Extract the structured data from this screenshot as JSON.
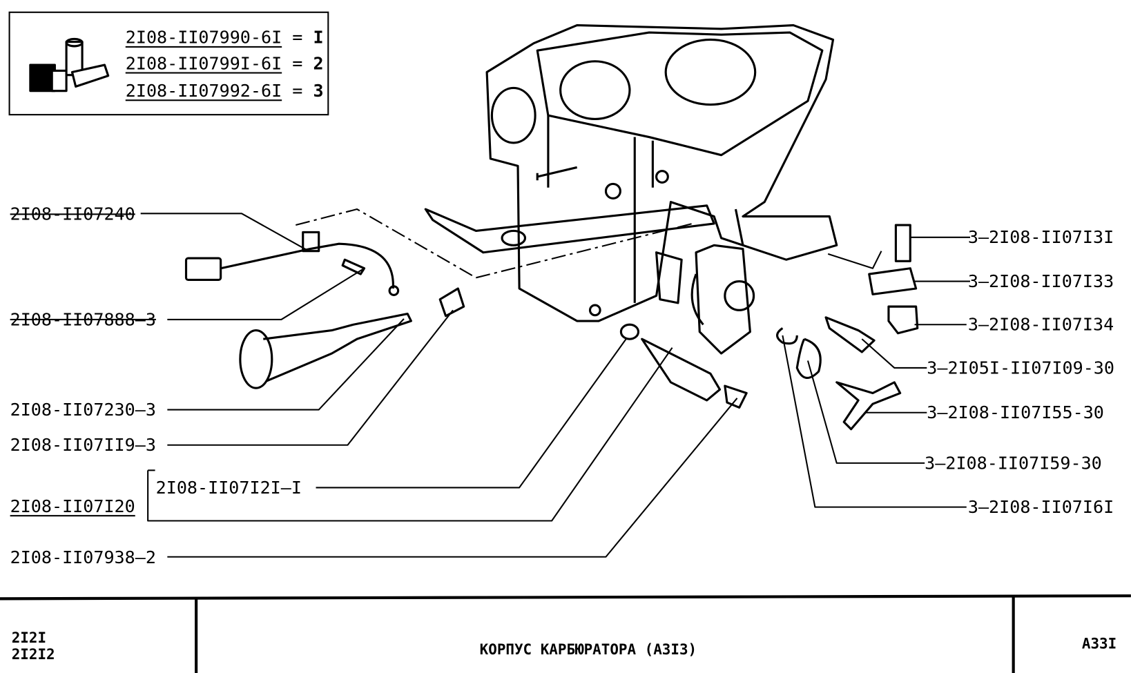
{
  "legend": {
    "items": [
      {
        "part": "2I08-II07990-6I",
        "eq": "=",
        "code": "I"
      },
      {
        "part": "2I08-II0799I-6I",
        "eq": "=",
        "code": "2"
      },
      {
        "part": "2I08-II07992-6I",
        "eq": "=",
        "code": "3"
      }
    ]
  },
  "left_labels": [
    {
      "text": "2I08-II07240"
    },
    {
      "text": "2I08-II07888—3"
    },
    {
      "text": "2I08-II07230—3"
    },
    {
      "text": "2I08-II07II9—3"
    },
    {
      "text": "2I08-II07I2I—I"
    },
    {
      "text": "2I08-II07I20"
    },
    {
      "text": "2I08-II07938—2"
    }
  ],
  "right_labels": [
    {
      "text": "3—2I08-II07I3I"
    },
    {
      "text": "3—2I08-II07I33"
    },
    {
      "text": "3—2I08-II07I34"
    },
    {
      "text": "3—2I05I-II07I09-30"
    },
    {
      "text": "3—2I08-II07I55-30"
    },
    {
      "text": "3—2I08-II07I59-30"
    },
    {
      "text": "3—2I08-II07I6I"
    }
  ],
  "footer": {
    "models": [
      "2I2I",
      "2I2I2"
    ],
    "title": "КОРПУС КАРБЮРАТОРА (А3I3)",
    "page_code": "А33I"
  }
}
